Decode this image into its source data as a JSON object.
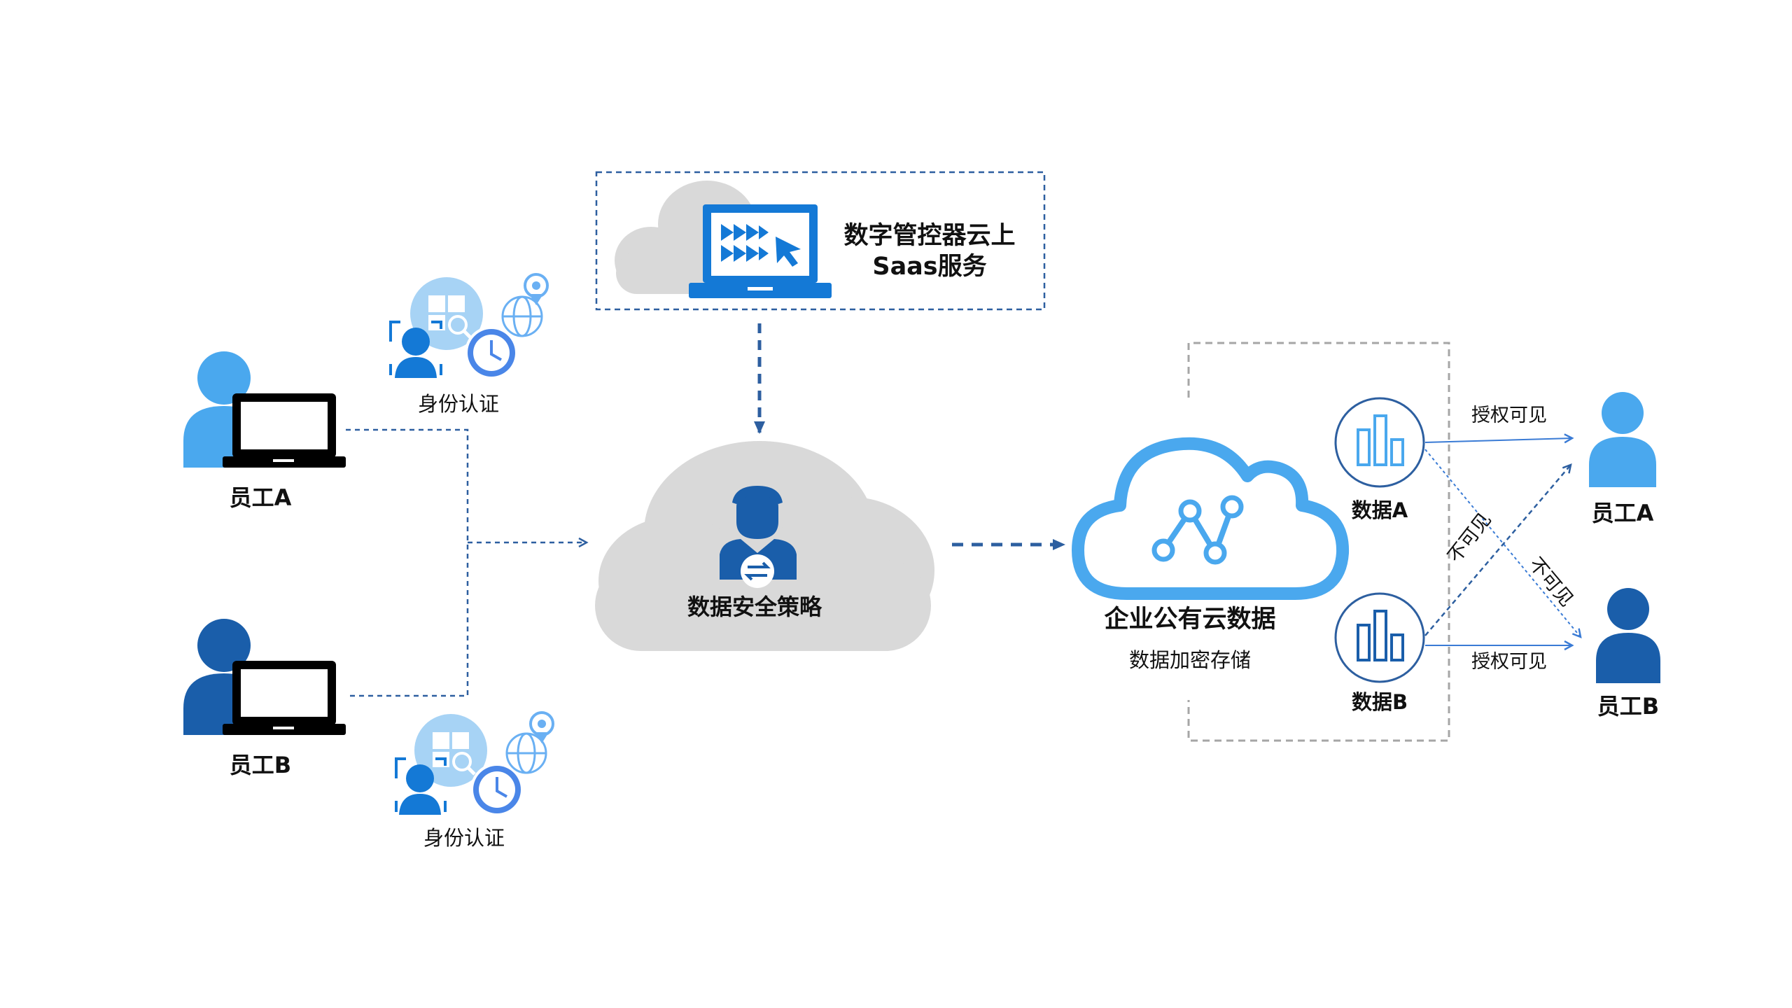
{
  "saas": {
    "line1": "数字管控器云上",
    "line2": "Saas服务"
  },
  "policy": {
    "label": "数据安全策略"
  },
  "cloud_data": {
    "title": "企业公有云数据",
    "subtitle": "数据加密存储"
  },
  "employees_left": [
    {
      "label": "员工A"
    },
    {
      "label": "员工B"
    }
  ],
  "identity_auth": [
    {
      "label": "身份认证"
    },
    {
      "label": "身份认证"
    }
  ],
  "data_items": [
    {
      "label": "数据A"
    },
    {
      "label": "数据B"
    }
  ],
  "employees_right": [
    {
      "label": "员工A"
    },
    {
      "label": "员工B"
    }
  ],
  "edges": [
    {
      "label": "授权可见"
    },
    {
      "label": "授权可见"
    },
    {
      "label": "不可见"
    },
    {
      "label": "不可见"
    }
  ],
  "colors": {
    "light_blue": "#4aa8ee",
    "dark_blue": "#1a5eaa",
    "bright_blue": "#1479d6",
    "cloud_gray": "#d9d9d9",
    "dash_blue": "#2d5fa0",
    "frame_gray": "#a6a6a6"
  }
}
